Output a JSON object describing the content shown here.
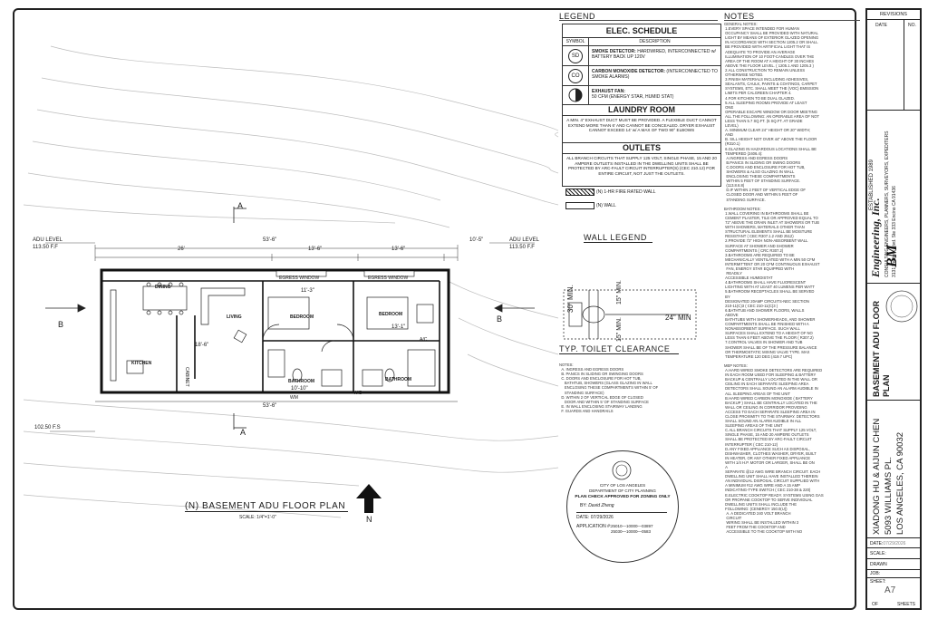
{
  "legend": {
    "title": "LEGEND"
  },
  "notes_heading": "NOTES",
  "elec": {
    "title": "ELEC. SCHEDULE",
    "col_symbol": "SYMBOL",
    "col_desc": "DESCRIPTION",
    "rows": [
      {
        "symbol": "SD",
        "title": "SMOKE DETECTOR:",
        "text": "HARDWIRED, INTERCONNECTED w/ BATTERY BACK UP 120V"
      },
      {
        "symbol": "CO",
        "title": "CARBON MONOXIDE DETECTOR:",
        "text": "(INTERCONNECTED TO SMOKE ALARMS)"
      },
      {
        "symbol": "",
        "title": "EXHAUST FAN:",
        "text": "50 CFM (ENERGY STAR, HUMID STAT)"
      }
    ]
  },
  "laundry": {
    "title": "LAUNDRY ROOM",
    "text": "A MIN. 4\" EXHAUST DUCT MUST BE PROVIDED. A FLEXIBLE DUCT CANNOT EXTEND MORE THAN 6' AND CANNOT BE CONCEALED. DRYER EXHAUST CANNOT EXCEED 14' w/ A MAX OF TWO 90° ELBOWS"
  },
  "outlets": {
    "title": "OUTLETS",
    "text": "ALL BRANCH CIRCUITS THAT SUPPLY 125 VOLT, SINGLE PHASE, 15 AND 20 AMPERE OUTLETS INSTALLED IN THE DWELLING UNITS SHALL BE PROTECTED BY ARC-FAULT CIRCUIT INTERRUPTER(S) (CEC 210.12) FOR ENTIRE CIRCUIT, NOT JUST THE OUTLETS."
  },
  "wall_types": [
    {
      "label": "(N) 1-HR FIRE RATED WALL"
    },
    {
      "label": "(N) WALL"
    }
  ],
  "wall_legend_title": "WALL LEGEND",
  "toilet": {
    "title": "TYP. TOILET CLEARANCE",
    "dim_30": "30\" MIN.",
    "dim_15a": "15\" MIN.",
    "dim_15b": "15\" MIN.",
    "dim_24": "24\" MIN"
  },
  "plan_notes": "NOTES:\n  A. INGRESS AND EGRESS DOORS\n  B. PANICS IN SLIDING OR SWINGING DOORS\n  C. DOORS AND ENCLOSURE FOR HOT TUB,\n     BATHTUB, SHOWERS (GLASS GLAZING IN WALL\n     ENCLOSING THESE COMPARTMENTS WITHIN 5' OF\n     STANDING SURFACE)\n  D. WITHIN 2 OF VERTICAL EDGE OF CLOSED\n     DOOR AND WITHIN 5' OF STANDING SURFACE\n  E. IN WALL ENCLOSING STAIRWAY LANDING\n  F. GUARDS AND HANDRAILS",
  "general_notes": "GENERAL NOTES:\n 1.EVERY SPACE INTENDED FOR HUMAN\n OCCUPANCY SHALL BE PROVIDED WITH NATURAL\n LIGHT BY MEANS OF EXTERIOR GLAZED OPENING\n IN ACCORDANCE WITH SECTION 1205.2 OR SHALL\n BE PROVIDED WITH ARTIFICIAL LIGHT THAT IS\n ADEQUATE TO PROVIDE AN AVERAGE\n ILLUMINATION OF 10 FOOT-CANDLES OVER THE\n AREA OF THE ROOM AT A HEIGHT OF 30 INCHES\n ABOVE THE FLOOR LEVEL. ( 1205.1 AND 1205.3 )\n 2.ALL CONSTRUCTION TO REMAIN UNLESS\n OTHERWISE NOTED.\n 3.FINISH MATERIALS INCLUDING ADHESIVES,\n SEALANTS, CAULK, PAINTS & COATINGS, CARPET\n SYSTEMS, ETC. SHALL MEET THE (VOC) EMISSION\n LIMITS PER CALGREEN CHAPTER 4.\n 4.FOR KITCHEN TO BE DUAL GLAZED.\n 5.ALL SLEEPING ROOMS PROVIDE AT LEAST\n ONE\n OPERABLE ESCAPE WINDOW OR DOOR MEETING\n ALL THE FOLLOWING: AN OPERABLE AREA OF NOT\n LESS THAN 5.7 SQ.FT. (5 SQ.FT. AT GRADE\n LEVEL)\n A. MINIMUM CLEAR 24\" HEIGHT OR 20\" WIDTH;\n AND\n B. SILL HEIGHT NOT OVER 44\" ABOVE THE FLOOR\n (R310.1)\n 6.GLAZING IN HAZARDOUS LOCATIONS SHALL BE\n TEMPERED (2406.4):\n  A.INGRESS AND EGRESS DOORS\n  B.PANICS IN SLIDING OR SWING DOORS\n  C.DOORS AND ENCLOSURE FOR HOT TUB,\n  SHOWERS & ALSO GLAZING IN WALL\n  ENCLOSING THESE COMPARTMENTS\n  WITHIN 5 FEET OF STANDING SURFACE.\n  (113.8.6.8)\n  D.IF WITHIN 2 FEET OF VERTICAL EDGE OF\n  CLOSED DOOR AND WITHIN 5 FEET OF\n  STANDING SURFACE.\n\nBATHROOM NOTES:\n 1.WALL COVERING IN BATHROOMS SHALL BE\n CEMENT PLASTER, TILE OR APPROVED EQUAL TO\n 72\" ABOVE THE DRAIN INLET AT SHOWERS OR TUB\n WITH SHOWERS, MATERIALS OTHER THAN\n STRUCTURAL ELEMENTS SHALL BE MOISTURE\n RESISTANT ( CBC R307.1.2 AND 2512)\n 2.PROVIDE 72\" HIGH NON-ABSORBENT WALL\n SURFACE AT SHOWER AND SHOWER\n COMPARTMENTS ( CRC R307.2)\n 3.BATHROOMS ARE REQUIRED TO BE\n MECHANICALLY VENTILATED WITH A MIN 50 CFM\n INTERMITTENT OR 20 CFM CONTINUOUS EXHAUST\n  FAN, ENERGY STAR EQUIPPED WITH\n  READILY\n ACCESSIBLE HUMIDISTAT\n 4.BATHROOMS SHALL HAVE FLUORESCENT\n LIGHTING WITH AT LEAST 40 LUMENS PER WATT\n 5.BATHROOM RECEPTACLES SHALL BE SERVED\n BY\n DESIGNATED 20AMP CIRCUITS-NEC SECTION\n 210-11(C)3 ( CEC 210-11(C)3 )\n 6.BATHTUB AND SHOWER FLOORS, WALLS\n ABOVE\n BATHTUBS WITH SHOWERHEADS, AND SHOWER\n COMPARTMENTS SHALL BE FINISHED WITH A\n NONABSORBENT SURFACE. SUCH WALL\n SURFACES SHALL EXTEND TO A HEIGHT OF NO\n LESS THAN 6 FEET ABOVE THE FLOOR ( R307.2)\n 7.CONTROL VALVES IN SHOWER AND TUB\n SHOWER SHALL BE OF THE PRESSURE BALANCE\n OR THERMOSTATIC MIXING VALVE TYPE. MAX\n TEMPERATURE 120 DEG (419.7 UPC)\n\nMEP NOTES:\n A.HARD WIRED SMOKE DETECTORS ARE REQUIRED\n IN EACH ROOM USED FOR SLEEPING & BATTERY\n BACKUP & CENTRALLY LOCATED IN THE WALL OR\n CEILING IN EACH SEPARATE SLEEPING AREA\n DETECTORS SHALL SOUND AN ALARM AUDIBLE IN\n ALL SLEEPING AREAS OF THE UNIT\n B.HARD WIRED CARBON MONOXIDE ( BATTERY\n BACKUP ) SHALL BE CENTRALLY LOCATED IN THE\n WALL OR CEILING IN CORRIDOR PROVIDING\n ACCESS TO EACH SEPARATE SLEEPING AREA IN\n CLOSE PROXIMITY TO THE STAIRWAY. DETECTORS\n SHALL SOUND AN ALARM AUDIBLE IN ALL\n SLEEPING AREAS OF THE UNIT\n C.ALL BRANCH CIRCUITS THAT SUPPLY 125 VOLT,\n SINGLE PHASE, 15 AND 20 AMPERE OUTLETS\n SHALL BE PROTECTED BY ARC-FAULT CIRCUIT\n INTERRUPTER ( CEC 210-12)\n D.ANY FIXED APPLIANCE SUCH AS DISPOSAL,\n DISHWASHER, CLOTHES WASHER, DRYER, BUILT\n IN HEATER, OR ANY OTHER FIXED APPLIANCE\n WITH 1/4 H.P. MOTOR OR LARGER, SHALL BE ON\n A\n SEPARATE @12 AWG WIRE BRANCH CIRCUIT. EACH\n DWELLING UNIT SHALL HAVE INSTALLED THEREIN\n AN INDIVIDUAL DISPOSAL CIRCUIT SUPPLIED WITH\n A MINIMUM #12 AWG WIRE AND A 15 AMP\n INDICATING-TYPE SWITCH ( CEC 210-38 & 220)\n E.ELECTRIC COOKTOP READY. SYSTEMS USING GAS\n OR PROPANE COOKTOP TO SERVE INDIVIDUAL\n DWELLING UNITS SHALL INCLUDE THE\n FOLLOWING: (CENERGY 150.0(U))\n  A. A DEDICATED 240 VOLT BRANCH\n  CIRCUIT\n  WIRING SHALL BE INSTALLED WITHIN 3\n  FEET FROM THE COOKTOP AND\n  ACCESSIBLE TO THE COOKTOP WITH NO\n  OBSTRUCTIONS. THE BRANCH CIRCUIT\n  CONDUCTORS SHALL BE RATED AT 50\n  AMPS MINIMUM. THE MAIN COVER SHALL\n  BE IDENTIFIED AS \"240V READY.\" ALL\n  ELECTRICAL COMPONENTS SHALL BE\n  INSTALLED IN ACCORDANCE WITH THE\n  CALIFORNIA ELECTRICAL CODE.\n  B. THE MAIN ELECTRICAL SERVICE\n  PANEL\n  SHALL HAVE A RESERVED SPACE TO\n  ALLOW FOR THE INSTALLATION OF A\n  DOUBLE POLE CIRCUIT BREAKER FOR A\n  FUTURE ELECTRIC COOKTOP\n  INSTALLATION. THE RESERVED SPACE\n  SHALL BE PERMANENTLY MARKED AS\n  \"FOR\n  FUTURE 240V USE.\"",
  "plan": {
    "title": "(N) BASEMENT ADU FLOOR PLAN",
    "scale": "SCALE: 1/4\"=1'-0\"",
    "north": "N",
    "adu_level_label": "ADU LEVEL",
    "adu_level_value": "113.50 F.F",
    "fs_label": "102.50 F.S",
    "section_a": "A",
    "section_b": "B",
    "dims": {
      "overall": "53'-6\"",
      "d1": "26'",
      "d2": "13'-6\"",
      "d3": "13'-6\"",
      "d4": "10'-5\"",
      "d5": "11'-3\"",
      "d6": "13'-1\"",
      "d7": "18'-6\"",
      "d8": "10'-10\""
    },
    "rooms": [
      {
        "name": "DINING"
      },
      {
        "name": "LIVING"
      },
      {
        "name": "KITCHEN"
      },
      {
        "name": "BEDROOM"
      },
      {
        "name": "BEDROOM"
      },
      {
        "name": "BATHROOM"
      },
      {
        "name": "BATHROOM"
      },
      {
        "name": "EGRESS WINDOW"
      },
      {
        "name": "EGRESS WINDOW"
      },
      {
        "name": "CABINET"
      },
      {
        "name": "W/D"
      },
      {
        "name": "WM"
      },
      {
        "name": "A/C"
      }
    ]
  },
  "stamp": {
    "city": "CITY OF LOS ANGELES",
    "dept": "DEPARTMENT OF CITY PLANNING",
    "approved": "PLAN CHECK APPROVED FOR ZONING ONLY",
    "by": "BY:",
    "by_name": "David Zheng",
    "date_label": "DATE:",
    "date": "07/29/2026",
    "app_label": "APPLICATION #:",
    "app1": "25010—10000—03897",
    "app2": "25030—10000—0583"
  },
  "title_block": {
    "revisions": "REVISIONS",
    "date_col": "DATE",
    "no_col": "NO.",
    "firm_name": "Engineering, Inc.",
    "established": "ESTABLISHED 1989",
    "firm_sub": "CONSULTING ENGINEERS, PLANNERS, SURVEYORS, EXPEDITERS",
    "firm_addr": "3131 Ventura Blvd. Ste 333 Encino CA 91436",
    "sheet_title": "BASEMENT ADU FLOOR PLAN",
    "owner": "XIADONG HU & AIJUN CHEN",
    "address1": "5093 WILLIAMS PL.",
    "address2": "LOS ANGELES, CA 90032",
    "date_label": "DATE:",
    "date": "07/29/2026",
    "scale_label": "SCALE:",
    "drawn_label": "DRAWN",
    "job_label": "JOB:",
    "sheet_label": "SHEET:",
    "sheet_no": "A7",
    "of_label": "OF",
    "sheets_label": "SHEETS"
  }
}
